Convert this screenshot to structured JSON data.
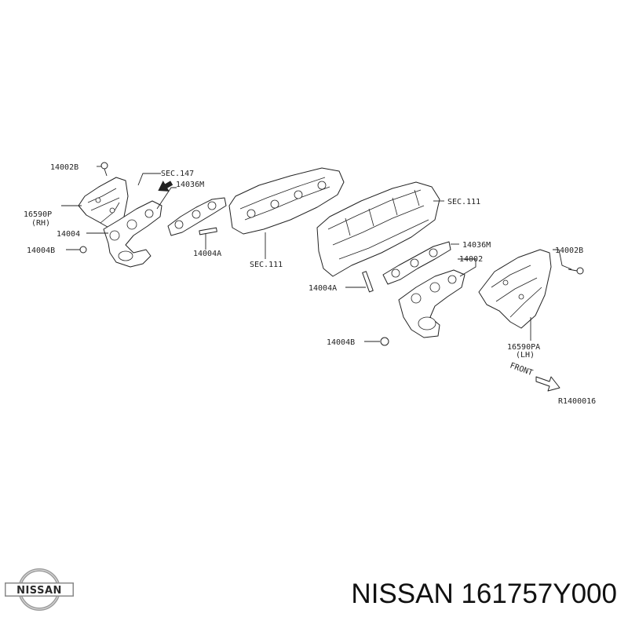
{
  "labels": {
    "l1": "14002B",
    "l2": "SEC.147",
    "l3": "14036M",
    "l4": "16590P",
    "l5": "(RH)",
    "l6": "14004",
    "l7": "14004B",
    "l8": "14004A",
    "l9": "SEC.111",
    "l10": "SEC.111",
    "l11": "14036M",
    "l12": "14002",
    "l13": "14002B",
    "l14": "14004A",
    "l15": "14004B",
    "l16": "16590PA",
    "l17": "(LH)",
    "l18": "FRONT",
    "l19": "R1400016"
  },
  "logo": {
    "text": "NISSAN"
  },
  "footer": {
    "part_text": "NISSAN 161757Y000"
  }
}
